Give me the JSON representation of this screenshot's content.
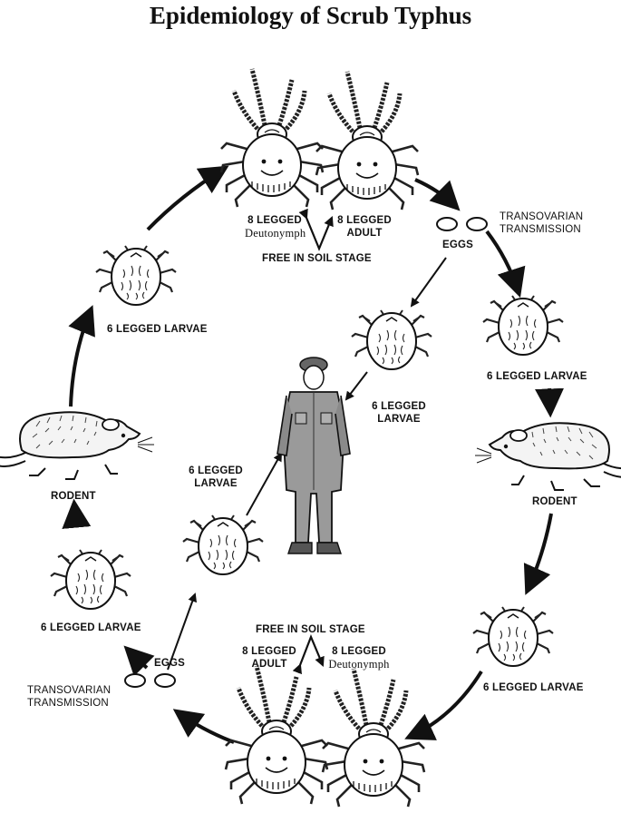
{
  "title": "Epidemiology of Scrub Typhus",
  "labels": {
    "top_nymph_count": "8 LEGGED",
    "top_nymph_stage": "Deutonymph",
    "top_adult_count": "8 LEGGED",
    "top_adult_stage": "ADULT",
    "top_free_soil": "FREE IN SOIL STAGE",
    "top_eggs": "EGGS",
    "top_transovarian_1": "TRANSOVARIAN",
    "top_transovarian_2": "TRANSMISSION",
    "left_upper_larvae": "6 LEGGED LARVAE",
    "right_upper_larvae": "6 LEGGED LARVAE",
    "center_right_larvae_1": "6 LEGGED",
    "center_right_larvae_2": "LARVAE",
    "center_left_larvae_1": "6 LEGGED",
    "center_left_larvae_2": "LARVAE",
    "left_rodent": "RODENT",
    "right_rodent": "RODENT",
    "left_lower_larvae": "6 LEGGED LARVAE",
    "right_lower_larvae": "6 LEGGED LARVAE",
    "bottom_free_soil": "FREE IN SOIL STAGE",
    "bottom_adult_count": "8 LEGGED",
    "bottom_adult_stage": "ADULT",
    "bottom_nymph_count": "8 LEGGED",
    "bottom_nymph_stage": "Deutonymph",
    "bottom_eggs": "EGGS",
    "bottom_transovarian_1": "TRANSOVARIAN",
    "bottom_transovarian_2": "TRANSMISSION"
  }
}
